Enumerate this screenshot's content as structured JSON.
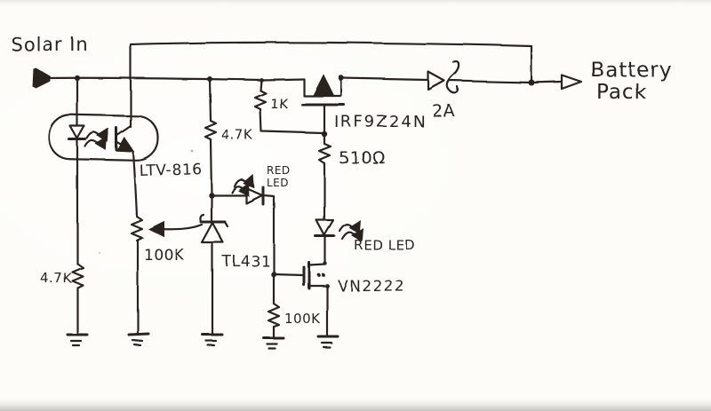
{
  "colors": {
    "ink": "#29241f",
    "paper": "#fdfcf8"
  },
  "schematic": {
    "input": {
      "label": "Solar In"
    },
    "output": {
      "line1": "Battery",
      "line2": "Pack"
    },
    "components": {
      "optocoupler": {
        "label": "LTV-816"
      },
      "led_resistor": {
        "label": "4.7K"
      },
      "potentiometer": {
        "label": "100K"
      },
      "divider_resistor": {
        "label": "4.7K"
      },
      "shunt_regulator": {
        "label": "TL431"
      },
      "status_led": {
        "line1": "RED",
        "line2": "LED"
      },
      "gate_resistor": {
        "label": "1K"
      },
      "pass_mosfet": {
        "label": "IRF9Z24N"
      },
      "series_resistor": {
        "label": "510Ω"
      },
      "blocking_diode": {
        "label": "2A"
      },
      "charge_led": {
        "label": "RED LED"
      },
      "switch_mosfet": {
        "label": "VN2222"
      },
      "pulldown_resistor": {
        "label": "100K"
      }
    }
  }
}
